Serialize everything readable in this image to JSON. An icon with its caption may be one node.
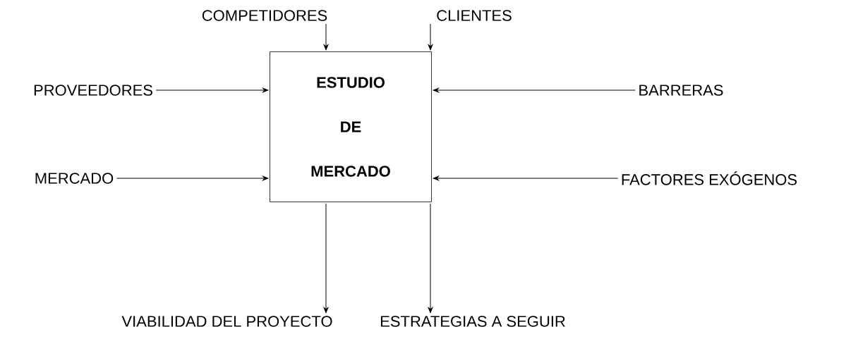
{
  "diagram": {
    "nodes": [
      {
        "text": [
          "COMPETIDORES"
        ]
      },
      {
        "text": [
          "CLIENTES"
        ]
      },
      {
        "text": [
          "PROVEEDORES"
        ]
      },
      {
        "text": [
          "BARRERAS"
        ]
      },
      {
        "text": [
          "MERCADO"
        ]
      },
      {
        "text": [
          "FACTORES EXÓGENOS"
        ]
      },
      {
        "text": [
          "ESTUDIO DE MERCADO"
        ]
      },
      {
        "text": [
          "VIABILIDAD DEL PROYECTO"
        ]
      },
      {
        "text": [
          "ESTRATEGIAS A SEGUIR"
        ]
      }
    ],
    "edges": [
      {
        "from": 0,
        "to": 6,
        "arrow": "to"
      },
      {
        "from": 1,
        "to": 6,
        "arrow": "to"
      },
      {
        "from": 2,
        "to": 6,
        "arrow": "to"
      },
      {
        "from": 3,
        "to": 6,
        "arrow": "to"
      },
      {
        "from": 4,
        "to": 6,
        "arrow": "to"
      },
      {
        "from": 5,
        "to": 6,
        "arrow": "to"
      },
      {
        "from": 6,
        "to": 7,
        "arrow": "to"
      },
      {
        "from": 6,
        "to": 8,
        "arrow": "to"
      }
    ]
  }
}
